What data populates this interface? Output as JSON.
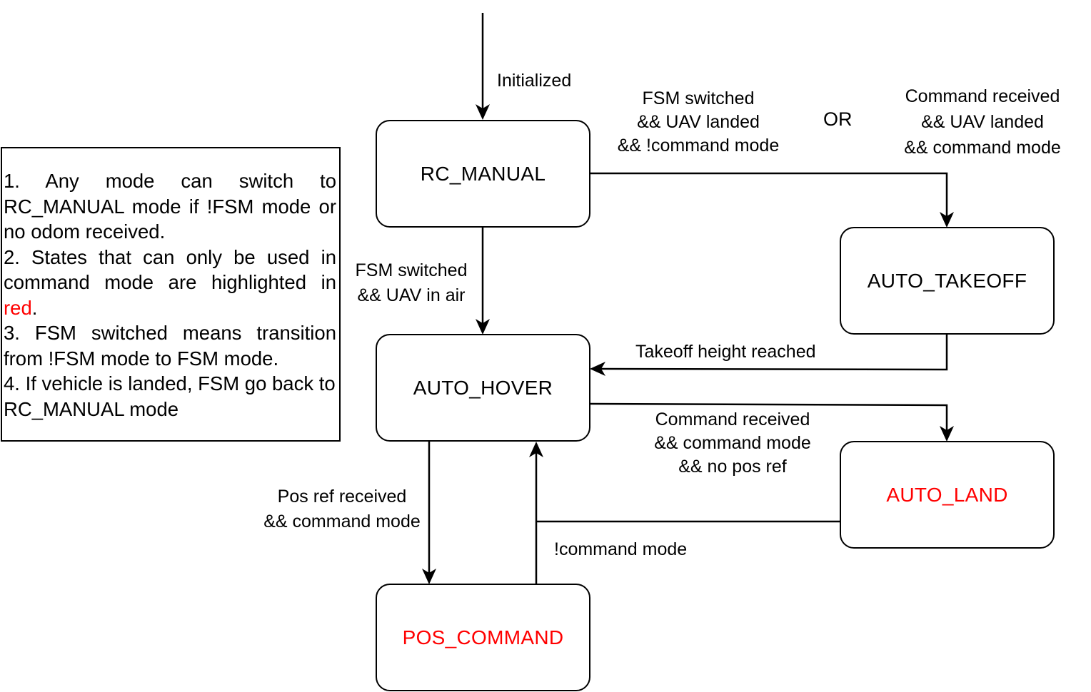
{
  "states": {
    "rc_manual": "RC_MANUAL",
    "auto_takeoff": "AUTO_TAKEOFF",
    "auto_hover": "AUTO_HOVER",
    "auto_land": "AUTO_LAND",
    "pos_command": "POS_COMMAND"
  },
  "command_only_color": "#ff0000",
  "transitions": {
    "initialized": "Initialized",
    "to_takeoff_a": [
      "FSM switched",
      "&& UAV landed",
      "&& !command mode"
    ],
    "or": "OR",
    "to_takeoff_b": [
      "Command received",
      "&& UAV landed",
      "&& command mode"
    ],
    "to_hover_from_manual": [
      "FSM switched",
      "&& UAV in air"
    ],
    "takeoff_reached": "Takeoff height reached",
    "to_land": [
      "Command received",
      "&& command mode",
      "&& no pos ref"
    ],
    "to_pos_command": [
      "Pos ref received",
      "&& command mode"
    ],
    "not_command_mode": "!command mode"
  },
  "notes": {
    "n1": "1. Any mode can switch to RC_MANUAL mode if !FSM mode or no odom received.",
    "n2_before": "2. States that can only be used in command mode are highlighted in ",
    "n2_highlight": "red",
    "n2_after": ".",
    "n3": "3. FSM switched means transition from !FSM mode to FSM mode.",
    "n4": "4. If vehicle is landed, FSM go back to RC_MANUAL mode"
  }
}
